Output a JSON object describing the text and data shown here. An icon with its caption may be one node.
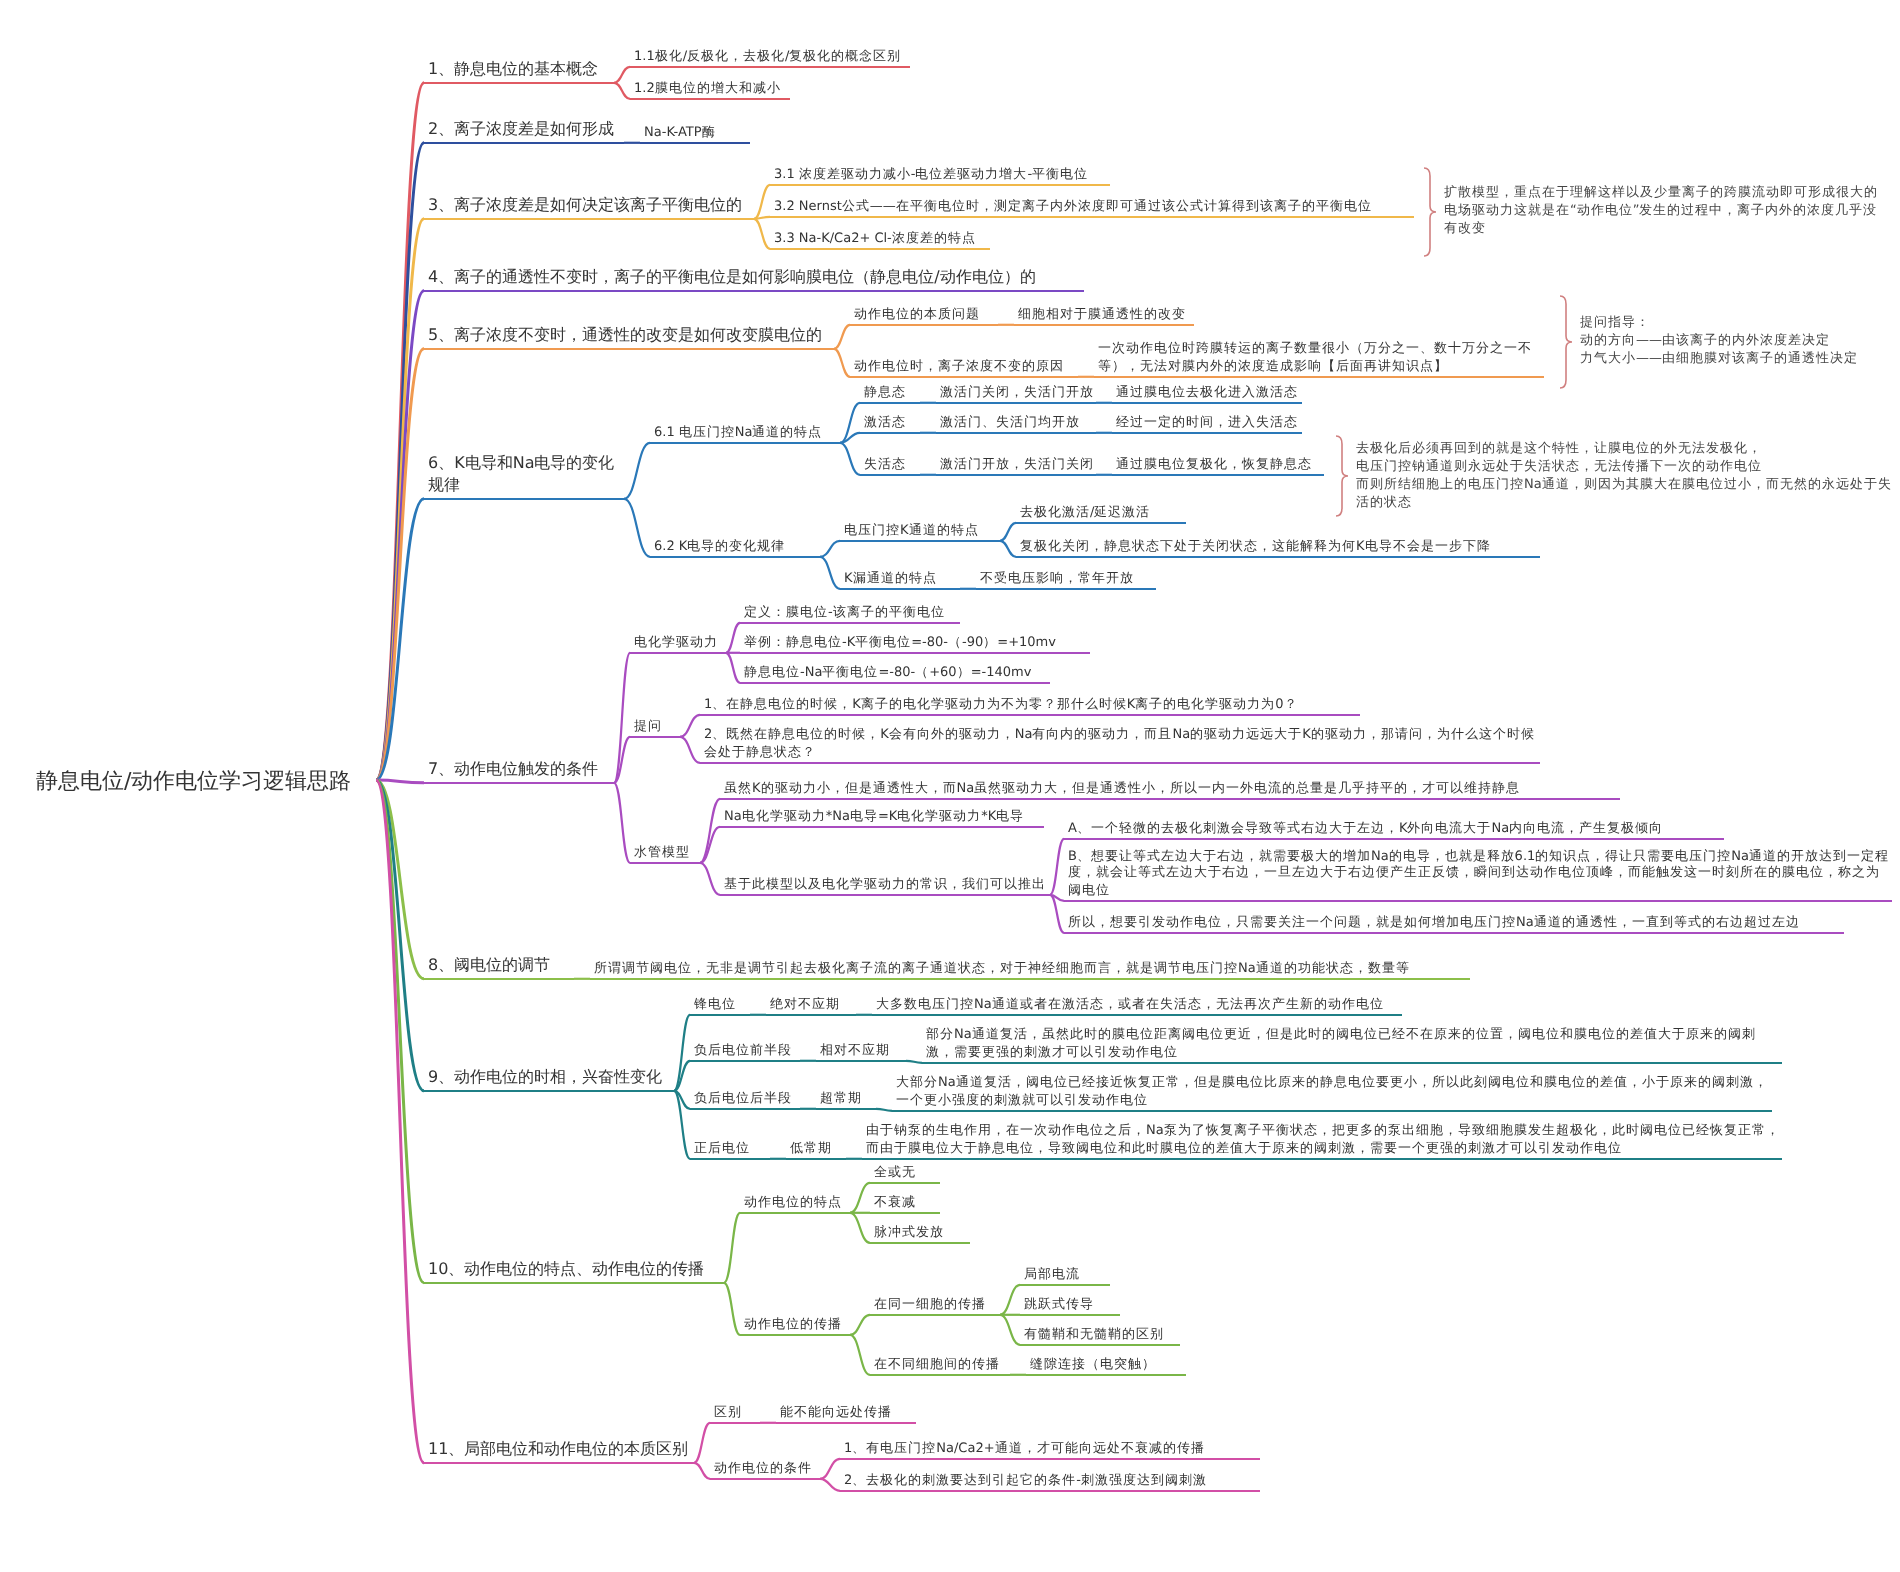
{
  "diagram": {
    "nodes": [
      {
        "text": [
          "静息电位/动作电位学习逻辑思路"
        ]
      },
      {
        "text": [
          "1、静息电位的基本概念"
        ]
      },
      {
        "text": [
          "1.1极化/反极化，去极化/复极化的概念区别"
        ]
      },
      {
        "text": [
          "1.2膜电位的增大和减小"
        ]
      },
      {
        "text": [
          "2、离子浓度差是如何形成"
        ]
      },
      {
        "text": [
          "Na-K-ATP酶"
        ]
      },
      {
        "text": [
          "3、离子浓度差是如何决定该离子平衡电位的"
        ]
      },
      {
        "text": [
          "3.1 浓度差驱动力减小-电位差驱动力增大-平衡电位"
        ]
      },
      {
        "text": [
          "3.2 Nernst公式——在平衡电位时，测定离子内外浓度即可通过该公式计算得到该离子的平衡电位"
        ]
      },
      {
        "text": [
          "3.3 Na-K/Ca2+ Cl-浓度差的特点"
        ]
      },
      {
        "text": [
          "4、离子的通透性不变时，离子的平衡电位是如何影响膜电位（静息电位/动作电位）的"
        ]
      },
      {
        "text": [
          "5、离子浓度不变时，通透性的改变是如何改变膜电位的"
        ]
      },
      {
        "text": [
          "动作电位的本质问题"
        ]
      },
      {
        "text": [
          "细胞相对于膜通透性的改变"
        ]
      },
      {
        "text": [
          "动作电位时，离子浓度不变的原因"
        ]
      },
      {
        "text": [
          "一次动作电位时跨膜转运的离子数量很小（万分之一、数十万分之一不等），无法对膜内外的浓度造成影响【后面再讲知识点】"
        ]
      },
      {
        "text": [
          "6、K电导和Na电导的变化规律"
        ]
      },
      {
        "text": [
          "6.1 电压门控Na通道的特点"
        ]
      },
      {
        "text": [
          "静息态"
        ]
      },
      {
        "text": [
          "激活门关闭，失活门开放"
        ]
      },
      {
        "text": [
          "通过膜电位去极化进入激活态"
        ]
      },
      {
        "text": [
          "激活态"
        ]
      },
      {
        "text": [
          "激活门、失活门均开放"
        ]
      },
      {
        "text": [
          "经过一定的时间，进入失活态"
        ]
      },
      {
        "text": [
          "失活态"
        ]
      },
      {
        "text": [
          "激活门开放，失活门关闭"
        ]
      },
      {
        "text": [
          "通过膜电位复极化，恢复静息态"
        ]
      },
      {
        "text": [
          "6.2 K电导的变化规律"
        ]
      },
      {
        "text": [
          "电压门控K通道的特点"
        ]
      },
      {
        "text": [
          "去极化激活/延迟激活"
        ]
      },
      {
        "text": [
          "复极化关闭，静息状态下处于关闭状态，这能解释为何K电导不会是一步下降"
        ]
      },
      {
        "text": [
          "K漏通道的特点"
        ]
      },
      {
        "text": [
          "不受电压影响，常年开放"
        ]
      },
      {
        "text": [
          "7、动作电位触发的条件"
        ]
      },
      {
        "text": [
          "电化学驱动力"
        ]
      },
      {
        "text": [
          "定义：膜电位-该离子的平衡电位"
        ]
      },
      {
        "text": [
          "举例：静息电位-K平衡电位=-80-（-90）=+10mv"
        ]
      },
      {
        "text": [
          "静息电位-Na平衡电位=-80-（+60）=-140mv"
        ]
      },
      {
        "text": [
          "提问"
        ]
      },
      {
        "text": [
          "1、在静息电位的时候，K离子的电化学驱动力为不为零？那什么时候K离子的电化学驱动力为0？"
        ]
      },
      {
        "text": [
          "2、既然在静息电位的时候，K会有向外的驱动力，Na有向内的驱动力，而且Na的驱动力远远大于K的驱动力，那请问，为什么这个时候会处于静息状态？"
        ]
      },
      {
        "text": [
          "水管模型"
        ]
      },
      {
        "text": [
          "虽然K的驱动力小，但是通透性大，而Na虽然驱动力大，但是通透性小，所以一内一外电流的总量是几乎持平的，才可以维持静息"
        ]
      },
      {
        "text": [
          "Na电化学驱动力*Na电导=K电化学驱动力*K电导"
        ]
      },
      {
        "text": [
          "基于此模型以及电化学驱动力的常识，我们可以推出"
        ]
      },
      {
        "text": [
          "A、一个轻微的去极化刺激会导致等式右边大于左边，K外向电流大于Na内向电流，产生复极倾向"
        ]
      },
      {
        "text": [
          "B、想要让等式左边大于右边，就需要极大的增加Na的电导，也就是释放6.1的知识点，得让只需要电压门控Na通道的开放达到一定程度，就会让等式左边大于右边，一旦左边大于右边便产生正反馈，瞬间到达动作电位顶峰，而能触发这一时刻所在的膜电位，称之为阈电位"
        ]
      },
      {
        "text": [
          "所以，想要引发动作电位，只需要关注一个问题，就是如何增加电压门控Na通道的通透性，一直到等式的右边超过左边"
        ]
      },
      {
        "text": [
          "8、阈电位的调节"
        ]
      },
      {
        "text": [
          "所谓调节阈电位，无非是调节引起去极化离子流的离子通道状态，对于神经细胞而言，就是调节电压门控Na通道的功能状态，数量等"
        ]
      },
      {
        "text": [
          "9、动作电位的时相，兴奋性变化"
        ]
      },
      {
        "text": [
          "锋电位"
        ]
      },
      {
        "text": [
          "绝对不应期"
        ]
      },
      {
        "text": [
          "大多数电压门控Na通道或者在激活态，或者在失活态，无法再次产生新的动作电位"
        ]
      },
      {
        "text": [
          "负后电位前半段"
        ]
      },
      {
        "text": [
          "相对不应期"
        ]
      },
      {
        "text": [
          "部分Na通道复活，虽然此时的膜电位距离阈电位更近，但是此时的阈电位已经不在原来的位置，阈电位和膜电位的差值大于原来的阈刺激，需要更强的刺激才可以引发动作电位"
        ]
      },
      {
        "text": [
          "负后电位后半段"
        ]
      },
      {
        "text": [
          "超常期"
        ]
      },
      {
        "text": [
          "大部分Na通道复活，阈电位已经接近恢复正常，但是膜电位比原来的静息电位要更小，所以此刻阈电位和膜电位的差值，小于原来的阈刺激，一个更小强度的刺激就可以引发动作电位"
        ]
      },
      {
        "text": [
          "正后电位"
        ]
      },
      {
        "text": [
          "低常期"
        ]
      },
      {
        "text": [
          "由于钠泵的生电作用，在一次动作电位之后，Na泵为了恢复离子平衡状态，把更多的泵出细胞，导致细胞膜发生超极化，此时阈电位已经恢复正常，而由于膜电位大于静息电位，导致阈电位和此时膜电位的差值大于原来的阈刺激，需要一个更强的刺激才可以引发动作电位"
        ]
      },
      {
        "text": [
          "10、动作电位的特点、动作电位的传播"
        ]
      },
      {
        "text": [
          "动作电位的特点"
        ]
      },
      {
        "text": [
          "全或无"
        ]
      },
      {
        "text": [
          "不衰减"
        ]
      },
      {
        "text": [
          "脉冲式发放"
        ]
      },
      {
        "text": [
          "动作电位的传播"
        ]
      },
      {
        "text": [
          "在同一细胞的传播"
        ]
      },
      {
        "text": [
          "局部电流"
        ]
      },
      {
        "text": [
          "跳跃式传导"
        ]
      },
      {
        "text": [
          "有髓鞘和无髓鞘的区别"
        ]
      },
      {
        "text": [
          "在不同细胞间的传播"
        ]
      },
      {
        "text": [
          "缝隙连接（电突触）"
        ]
      },
      {
        "text": [
          "11、局部电位和动作电位的本质区别"
        ]
      },
      {
        "text": [
          "区别"
        ]
      },
      {
        "text": [
          "能不能向远处传播"
        ]
      },
      {
        "text": [
          "动作电位的条件"
        ]
      },
      {
        "text": [
          "1、有电压门控Na/Ca2+通道，才可能向远处不衰减的传播"
        ]
      },
      {
        "text": [
          "2、去极化的刺激要达到引起它的条件-刺激强度达到阈刺激"
        ]
      }
    ],
    "edges": [
      {
        "from": 0,
        "to": 1,
        "arrow": "none",
        "color": "#e05a63"
      },
      {
        "from": 0,
        "to": 4,
        "arrow": "none",
        "color": "#2e4f9e"
      },
      {
        "from": 0,
        "to": 6,
        "arrow": "none",
        "color": "#f0b84a"
      },
      {
        "from": 0,
        "to": 10,
        "arrow": "none",
        "color": "#7b49c4"
      },
      {
        "from": 0,
        "to": 11,
        "arrow": "none",
        "color": "#f09a50"
      },
      {
        "from": 0,
        "to": 16,
        "arrow": "none",
        "color": "#2a78b8"
      },
      {
        "from": 0,
        "to": 33,
        "arrow": "none",
        "color": "#a94cc0"
      },
      {
        "from": 0,
        "to": 48,
        "arrow": "none",
        "color": "#8cbf4a"
      },
      {
        "from": 0,
        "to": 50,
        "arrow": "none",
        "color": "#1f7f86"
      },
      {
        "from": 0,
        "to": 63,
        "arrow": "none",
        "color": "#7ab648"
      },
      {
        "from": 0,
        "to": 75,
        "arrow": "none",
        "color": "#d24fa6"
      },
      {
        "from": 1,
        "to": 2,
        "arrow": "none",
        "color": "#e05a63"
      },
      {
        "from": 1,
        "to": 3,
        "arrow": "none",
        "color": "#e05a63"
      },
      {
        "from": 4,
        "to": 5,
        "arrow": "none",
        "color": "#2e4f9e"
      },
      {
        "from": 6,
        "to": 7,
        "arrow": "none",
        "color": "#f0b84a"
      },
      {
        "from": 6,
        "to": 8,
        "arrow": "none",
        "color": "#f0b84a"
      },
      {
        "from": 6,
        "to": 9,
        "arrow": "none",
        "color": "#f0b84a"
      },
      {
        "from": 11,
        "to": 12,
        "arrow": "none",
        "color": "#f09a50"
      },
      {
        "from": 12,
        "to": 13,
        "arrow": "none",
        "color": "#f09a50"
      },
      {
        "from": 11,
        "to": 14,
        "arrow": "none",
        "color": "#f09a50"
      },
      {
        "from": 14,
        "to": 15,
        "arrow": "none",
        "color": "#f09a50"
      },
      {
        "from": 16,
        "to": 17,
        "arrow": "none",
        "color": "#2a78b8"
      },
      {
        "from": 17,
        "to": 18,
        "arrow": "none",
        "color": "#2a78b8"
      },
      {
        "from": 18,
        "to": 19,
        "arrow": "none",
        "color": "#2a78b8"
      },
      {
        "from": 19,
        "to": 20,
        "arrow": "none",
        "color": "#2a78b8"
      },
      {
        "from": 17,
        "to": 21,
        "arrow": "none",
        "color": "#2a78b8"
      },
      {
        "from": 21,
        "to": 22,
        "arrow": "none",
        "color": "#2a78b8"
      },
      {
        "from": 22,
        "to": 23,
        "arrow": "none",
        "color": "#2a78b8"
      },
      {
        "from": 17,
        "to": 24,
        "arrow": "none",
        "color": "#2a78b8"
      },
      {
        "from": 24,
        "to": 25,
        "arrow": "none",
        "color": "#2a78b8"
      },
      {
        "from": 25,
        "to": 26,
        "arrow": "none",
        "color": "#2a78b8"
      },
      {
        "from": 16,
        "to": 27,
        "arrow": "none",
        "color": "#2a78b8"
      },
      {
        "from": 27,
        "to": 28,
        "arrow": "none",
        "color": "#2a78b8"
      },
      {
        "from": 28,
        "to": 29,
        "arrow": "none",
        "color": "#2a78b8"
      },
      {
        "from": 28,
        "to": 30,
        "arrow": "none",
        "color": "#2a78b8"
      },
      {
        "from": 27,
        "to": 31,
        "arrow": "none",
        "color": "#2a78b8"
      },
      {
        "from": 31,
        "to": 32,
        "arrow": "none",
        "color": "#2a78b8"
      },
      {
        "from": 33,
        "to": 34,
        "arrow": "none",
        "color": "#a94cc0"
      },
      {
        "from": 34,
        "to": 35,
        "arrow": "none",
        "color": "#a94cc0"
      },
      {
        "from": 34,
        "to": 36,
        "arrow": "none",
        "color": "#a94cc0"
      },
      {
        "from": 34,
        "to": 37,
        "arrow": "none",
        "color": "#a94cc0"
      },
      {
        "from": 33,
        "to": 38,
        "arrow": "none",
        "color": "#a94cc0"
      },
      {
        "from": 38,
        "to": 39,
        "arrow": "none",
        "color": "#a94cc0"
      },
      {
        "from": 38,
        "to": 40,
        "arrow": "none",
        "color": "#a94cc0"
      },
      {
        "from": 33,
        "to": 41,
        "arrow": "none",
        "color": "#a94cc0"
      },
      {
        "from": 41,
        "to": 42,
        "arrow": "none",
        "color": "#a94cc0"
      },
      {
        "from": 41,
        "to": 43,
        "arrow": "none",
        "color": "#a94cc0"
      },
      {
        "from": 41,
        "to": 44,
        "arrow": "none",
        "color": "#a94cc0"
      },
      {
        "from": 44,
        "to": 45,
        "arrow": "none",
        "color": "#a94cc0"
      },
      {
        "from": 44,
        "to": 46,
        "arrow": "none",
        "color": "#a94cc0"
      },
      {
        "from": 44,
        "to": 47,
        "arrow": "none",
        "color": "#a94cc0"
      },
      {
        "from": 48,
        "to": 49,
        "arrow": "none",
        "color": "#8cbf4a"
      },
      {
        "from": 50,
        "to": 51,
        "arrow": "none",
        "color": "#1f7f86"
      },
      {
        "from": 51,
        "to": 52,
        "arrow": "none",
        "color": "#1f7f86"
      },
      {
        "from": 52,
        "to": 53,
        "arrow": "none",
        "color": "#1f7f86"
      },
      {
        "from": 50,
        "to": 54,
        "arrow": "none",
        "color": "#1f7f86"
      },
      {
        "from": 54,
        "to": 55,
        "arrow": "none",
        "color": "#1f7f86"
      },
      {
        "from": 55,
        "to": 56,
        "arrow": "none",
        "color": "#1f7f86"
      },
      {
        "from": 50,
        "to": 57,
        "arrow": "none",
        "color": "#1f7f86"
      },
      {
        "from": 57,
        "to": 58,
        "arrow": "none",
        "color": "#1f7f86"
      },
      {
        "from": 58,
        "to": 59,
        "arrow": "none",
        "color": "#1f7f86"
      },
      {
        "from": 50,
        "to": 60,
        "arrow": "none",
        "color": "#1f7f86"
      },
      {
        "from": 60,
        "to": 61,
        "arrow": "none",
        "color": "#1f7f86"
      },
      {
        "from": 61,
        "to": 62,
        "arrow": "none",
        "color": "#1f7f86"
      },
      {
        "from": 63,
        "to": 64,
        "arrow": "none",
        "color": "#7ab648"
      },
      {
        "from": 64,
        "to": 65,
        "arrow": "none",
        "color": "#7ab648"
      },
      {
        "from": 64,
        "to": 66,
        "arrow": "none",
        "color": "#7ab648"
      },
      {
        "from": 64,
        "to": 67,
        "arrow": "none",
        "color": "#7ab648"
      },
      {
        "from": 63,
        "to": 68,
        "arrow": "none",
        "color": "#7ab648"
      },
      {
        "from": 68,
        "to": 69,
        "arrow": "none",
        "color": "#7ab648"
      },
      {
        "from": 69,
        "to": 70,
        "arrow": "none",
        "color": "#7ab648"
      },
      {
        "from": 69,
        "to": 71,
        "arrow": "none",
        "color": "#7ab648"
      },
      {
        "from": 69,
        "to": 72,
        "arrow": "none",
        "color": "#7ab648"
      },
      {
        "from": 68,
        "to": 73,
        "arrow": "none",
        "color": "#7ab648"
      },
      {
        "from": 73,
        "to": 74,
        "arrow": "none",
        "color": "#7ab648"
      },
      {
        "from": 75,
        "to": 76,
        "arrow": "none",
        "color": "#d24fa6"
      },
      {
        "from": 76,
        "to": 77,
        "arrow": "none",
        "color": "#d24fa6"
      },
      {
        "from": 75,
        "to": 78,
        "arrow": "none",
        "color": "#d24fa6"
      },
      {
        "from": 78,
        "to": 79,
        "arrow": "none",
        "color": "#d24fa6"
      },
      {
        "from": 78,
        "to": 80,
        "arrow": "none",
        "color": "#d24fa6"
      }
    ],
    "labels": [
      "扩散模型，重点在于理解这样以及少量离子的跨膜流动即可形成很大的电场驱动力这就是在“动作电位”发生的过程中，离子内外的浓度几乎没有改变",
      "提问指导：",
      "动的方向——由该离子的内外浓度差决定",
      "力气大小——由细胞膜对该离子的通透性决定",
      "去极化后必须再回到的就是这个特性，让膜电位的外无法发极化，",
      "电压门控钠通道则永远处于失活状态，无法传播下一次的动作电位",
      "而则所结细胞上的电压门控Na通道，则因为其膜大在膜电位过小，而无然的永远处于失活的状态"
    ]
  }
}
